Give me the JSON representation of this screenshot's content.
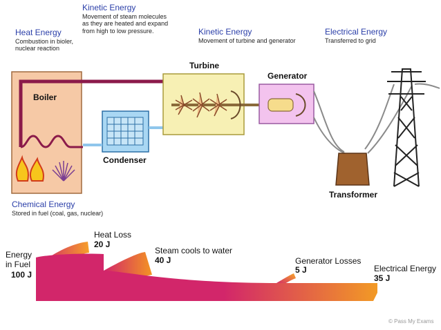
{
  "annotations": [
    {
      "title": "Heat Energy",
      "desc": [
        "Combustion in bioler,",
        "nuclear reaction"
      ]
    },
    {
      "title": "Kinetic Energy",
      "desc": [
        "Movement of steam molecules",
        "as they are heated and expand",
        "from high to low pressure."
      ]
    },
    {
      "title": "Kinetic Energy",
      "desc": [
        "Movement of turbine and generator"
      ]
    },
    {
      "title": "Electrical Energy",
      "desc": [
        "Transferred to grid"
      ]
    },
    {
      "title": "Chemical Energy",
      "desc": [
        "Stored in fuel (coal, gas, nuclear)"
      ]
    }
  ],
  "components": {
    "turbine": "Turbine",
    "generator": "Generator",
    "boiler": "Boiler",
    "condenser": "Condenser",
    "transformer": "Transformer"
  },
  "sankey": {
    "input": {
      "label": [
        "Energy",
        "in Fuel"
      ],
      "value": "100 J"
    },
    "outputs": [
      {
        "label": "Heat Loss",
        "value": "20 J"
      },
      {
        "label": "Steam cools to water",
        "value": "40 J"
      },
      {
        "label": "Generator Losses",
        "value": "5 J"
      },
      {
        "label": "Electrical Energy",
        "value": "35 J"
      }
    ]
  },
  "credit": "© Pass My Exams",
  "colors": {
    "flow": "#d2266a",
    "loss_tip": "#f28a1e",
    "boiler": "#f6c9a6",
    "turbine": "#f7f0b4",
    "generator": "#f3c3ee",
    "condenser": "#a9d7f3",
    "pipe": "#8b1a4a",
    "transformer": "#a0622e",
    "annotation_title": "#2a3ea8"
  },
  "icons": [
    "flame-icon",
    "turbine-blade-icon",
    "transmission-tower-icon"
  ]
}
